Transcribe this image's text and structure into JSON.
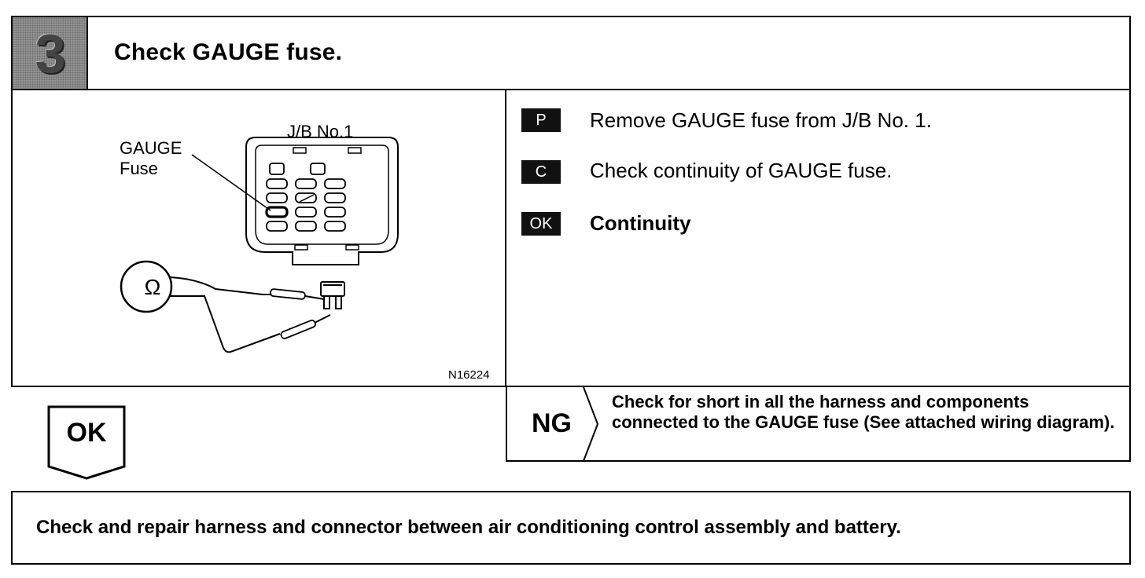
{
  "header": {
    "step_number": "3",
    "title": "Check GAUGE fuse."
  },
  "diagram": {
    "jb_label": "J/B No.1",
    "fuse_label_line1": "GAUGE",
    "fuse_label_line2": "Fuse",
    "ohm_symbol": "Ω",
    "figure_id": "N16224"
  },
  "instructions": [
    {
      "tag": "P",
      "text": "Remove GAUGE fuse from J/B No. 1."
    },
    {
      "tag": "C",
      "text": "Check continuity of GAUGE fuse."
    },
    {
      "tag": "OK",
      "text": "Continuity"
    }
  ],
  "result_ok": {
    "label": "OK"
  },
  "result_ng": {
    "label": "NG",
    "text": "Check for short in all the harness and components connected to the GAUGE fuse (See attached wiring diagram)."
  },
  "next_step": {
    "text": "Check and repair harness and connector between air conditioning control assembly and battery."
  }
}
